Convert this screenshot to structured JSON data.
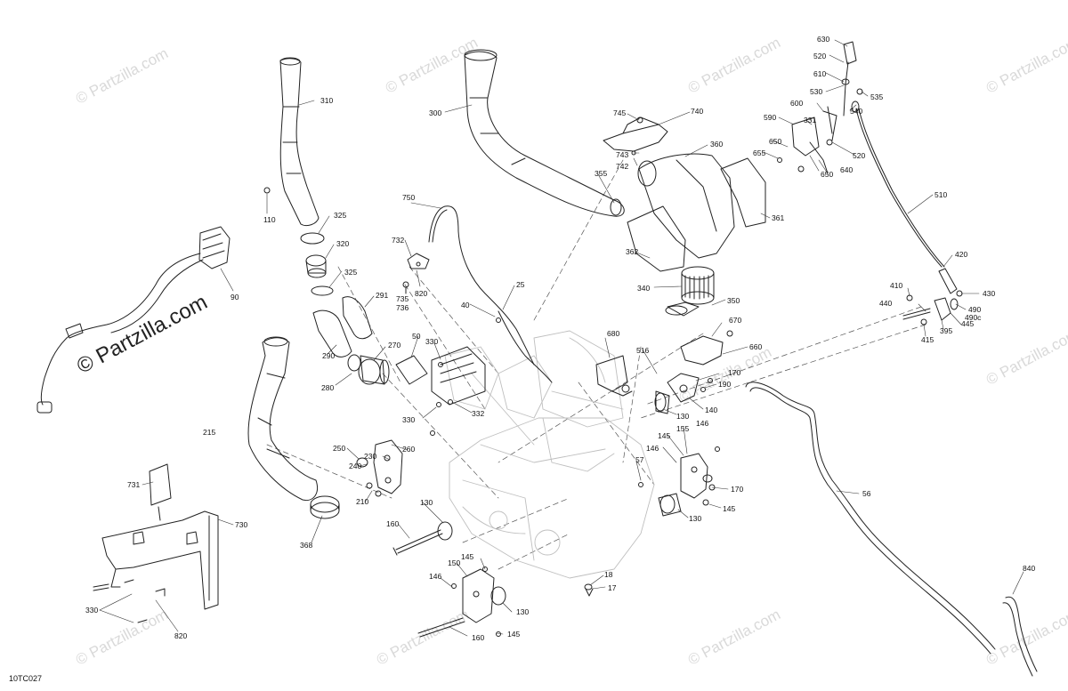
{
  "diagram_code": "10TC027",
  "watermark": "© Partzilla.com",
  "callouts": [
    {
      "id": "c630",
      "text": "630"
    },
    {
      "id": "c520a",
      "text": "520"
    },
    {
      "id": "c610",
      "text": "610"
    },
    {
      "id": "c530",
      "text": "530"
    },
    {
      "id": "c535",
      "text": "535"
    },
    {
      "id": "c600",
      "text": "600"
    },
    {
      "id": "c540",
      "text": "540"
    },
    {
      "id": "c590",
      "text": "590"
    },
    {
      "id": "c331",
      "text": "331"
    },
    {
      "id": "c650a",
      "text": "650"
    },
    {
      "id": "c655",
      "text": "655"
    },
    {
      "id": "c520b",
      "text": "520"
    },
    {
      "id": "c650b",
      "text": "650"
    },
    {
      "id": "c640",
      "text": "640"
    },
    {
      "id": "c510",
      "text": "510"
    },
    {
      "id": "c420",
      "text": "420"
    },
    {
      "id": "c410",
      "text": "410"
    },
    {
      "id": "c430",
      "text": "430"
    },
    {
      "id": "c440",
      "text": "440"
    },
    {
      "id": "c490",
      "text": "490"
    },
    {
      "id": "c490c",
      "text": "490c"
    },
    {
      "id": "c445",
      "text": "445"
    },
    {
      "id": "c395",
      "text": "395"
    },
    {
      "id": "c415",
      "text": "415"
    },
    {
      "id": "c310",
      "text": "310"
    },
    {
      "id": "c300",
      "text": "300"
    },
    {
      "id": "c745",
      "text": "745"
    },
    {
      "id": "c740",
      "text": "740"
    },
    {
      "id": "c360",
      "text": "360"
    },
    {
      "id": "c743",
      "text": "743"
    },
    {
      "id": "c742",
      "text": "742"
    },
    {
      "id": "c355",
      "text": "355"
    },
    {
      "id": "c361",
      "text": "361"
    },
    {
      "id": "c110",
      "text": "110"
    },
    {
      "id": "c325a",
      "text": "325"
    },
    {
      "id": "c320",
      "text": "320"
    },
    {
      "id": "c325b",
      "text": "325"
    },
    {
      "id": "c291",
      "text": "291"
    },
    {
      "id": "c90",
      "text": "90"
    },
    {
      "id": "c750",
      "text": "750"
    },
    {
      "id": "c362",
      "text": "362"
    },
    {
      "id": "c732",
      "text": "732"
    },
    {
      "id": "c820a",
      "text": "820"
    },
    {
      "id": "c735",
      "text": "735"
    },
    {
      "id": "c736",
      "text": "736"
    },
    {
      "id": "c340",
      "text": "340"
    },
    {
      "id": "c350",
      "text": "350"
    },
    {
      "id": "c25",
      "text": "25"
    },
    {
      "id": "c40",
      "text": "40"
    },
    {
      "id": "c290",
      "text": "290"
    },
    {
      "id": "c270",
      "text": "270"
    },
    {
      "id": "c50",
      "text": "50"
    },
    {
      "id": "c330a",
      "text": "330"
    },
    {
      "id": "c670",
      "text": "670"
    },
    {
      "id": "c680",
      "text": "680"
    },
    {
      "id": "c660",
      "text": "660"
    },
    {
      "id": "c516",
      "text": "516"
    },
    {
      "id": "c170a",
      "text": "170"
    },
    {
      "id": "c190",
      "text": "190"
    },
    {
      "id": "c280",
      "text": "280"
    },
    {
      "id": "c332",
      "text": "332"
    },
    {
      "id": "c130a",
      "text": "130"
    },
    {
      "id": "c140",
      "text": "140"
    },
    {
      "id": "c330b",
      "text": "330"
    },
    {
      "id": "c215",
      "text": "215"
    },
    {
      "id": "c260",
      "text": "260"
    },
    {
      "id": "c230",
      "text": "230"
    },
    {
      "id": "c250",
      "text": "250"
    },
    {
      "id": "c240",
      "text": "240"
    },
    {
      "id": "c155",
      "text": "155"
    },
    {
      "id": "c146a",
      "text": "146"
    },
    {
      "id": "c145a",
      "text": "145"
    },
    {
      "id": "c146b",
      "text": "146"
    },
    {
      "id": "c57",
      "text": "57"
    },
    {
      "id": "c210",
      "text": "210"
    },
    {
      "id": "c170b",
      "text": "170"
    },
    {
      "id": "c731",
      "text": "731"
    },
    {
      "id": "c56",
      "text": "56"
    },
    {
      "id": "c130b",
      "text": "130"
    },
    {
      "id": "c145b",
      "text": "145"
    },
    {
      "id": "c130c",
      "text": "130"
    },
    {
      "id": "c368",
      "text": "368"
    },
    {
      "id": "c730",
      "text": "730"
    },
    {
      "id": "c160a",
      "text": "160"
    },
    {
      "id": "c145c",
      "text": "145"
    },
    {
      "id": "c150",
      "text": "150"
    },
    {
      "id": "c146c",
      "text": "146"
    },
    {
      "id": "c18",
      "text": "18"
    },
    {
      "id": "c17",
      "text": "17"
    },
    {
      "id": "c840",
      "text": "840"
    },
    {
      "id": "c330c",
      "text": "330"
    },
    {
      "id": "c130d",
      "text": "130"
    },
    {
      "id": "c820b",
      "text": "820"
    },
    {
      "id": "c160b",
      "text": "160"
    },
    {
      "id": "c145d",
      "text": "145"
    }
  ]
}
